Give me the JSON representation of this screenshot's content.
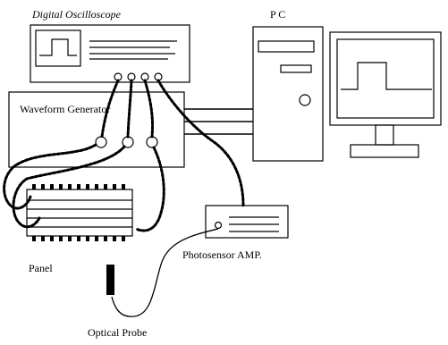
{
  "labels": {
    "oscilloscope": "Digital Oscilloscope",
    "pc": "P C",
    "generator": "Waveform Generator",
    "panel": "Panel",
    "amp": "Photosensor AMP.",
    "probe": "Optical Probe"
  },
  "colors": {
    "line": "#000000",
    "background": "#ffffff"
  }
}
